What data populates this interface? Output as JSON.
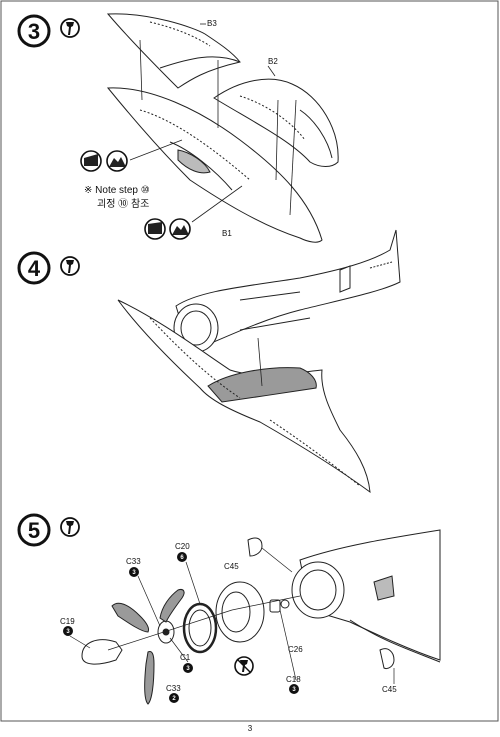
{
  "steps": [
    {
      "number": "3",
      "icon": "glue-tube-icon"
    },
    {
      "number": "4",
      "icon": "glue-tube-icon"
    },
    {
      "number": "5",
      "icon": "glue-tube-icon"
    }
  ],
  "step3": {
    "parts": {
      "b3": "B3",
      "b2": "B2",
      "b1": "B1"
    },
    "note_en": "※ Note step ⑩",
    "note_ko": "괴정 ⑩ 참조"
  },
  "step5": {
    "parts": {
      "c45_top": "C45",
      "c20": "C20",
      "c20_num": "6",
      "c33_top": "C33",
      "c33_top_num": "3",
      "c19": "C19",
      "c19_num": "3",
      "c1": "C1",
      "c1_num": "3",
      "c33_bottom": "C33",
      "c33_bottom_num": "2",
      "c18": "C18",
      "c18_num": "3",
      "c26": "C26",
      "c45_bottom": "C45"
    }
  },
  "footer": {
    "page_number": "3"
  },
  "colors": {
    "line": "#222222",
    "panel_fill": "#9a9a9a",
    "page_border": "#555555"
  }
}
